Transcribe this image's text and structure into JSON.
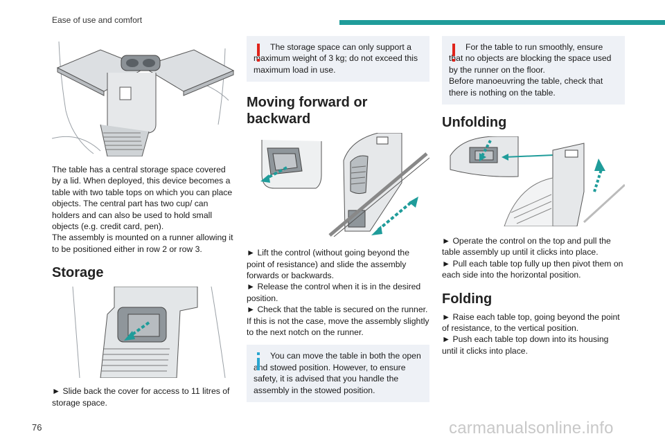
{
  "header": {
    "title": "Ease of use and comfort"
  },
  "page_number": "76",
  "watermark": "carmanualsonline.info",
  "colors": {
    "accent": "#1f9c9a",
    "warning": "#e0241b",
    "info": "#2aa6d0",
    "note_bg": "#eef1f6"
  },
  "col1": {
    "intro": [
      "The table has a central storage space covered by a lid. When deployed, this device becomes a table with two table tops on which you can place objects. The central part has two cup/ can holders and can also be used to hold small objects (e.g. credit card, pen).",
      "The assembly is mounted on a runner allowing it to be positioned either in row 2 or row 3."
    ],
    "storage_heading": "Storage",
    "storage_text": "► Slide back the cover for access to 11 litres of storage space."
  },
  "col2": {
    "warning_note": "The storage space can only support a maximum weight of 3 kg; do not exceed this maximum load in use.",
    "moving_heading": "Moving forward or backward",
    "moving_steps": [
      "► Lift the control (without going beyond the point of resistance) and slide the assembly forwards or backwards.",
      "► Release the control when it is in the desired position.",
      "► Check that the table is secured on the runner. If this is not the case, move the assembly slightly to the next notch on the runner."
    ],
    "info_note": "You can move the table in both the open and stowed position. However, to ensure safety, it is advised that you handle the assembly in the stowed position."
  },
  "col3": {
    "warning_note": [
      "For the table to run smoothly, ensure that no objects are blocking the space used by the runner on the floor.",
      "Before manoeuvring the table, check that there is nothing on the table."
    ],
    "unfolding_heading": "Unfolding",
    "unfolding_steps": [
      "► Operate the control on the top and pull the table assembly up until it clicks into place.",
      "► Pull each table top fully up then pivot them on each side into the horizontal position."
    ],
    "folding_heading": "Folding",
    "folding_steps": [
      "► Raise each table top, going beyond the point of resistance, to the vertical position.",
      "► Push each table top down into its housing until it clicks into place."
    ]
  }
}
